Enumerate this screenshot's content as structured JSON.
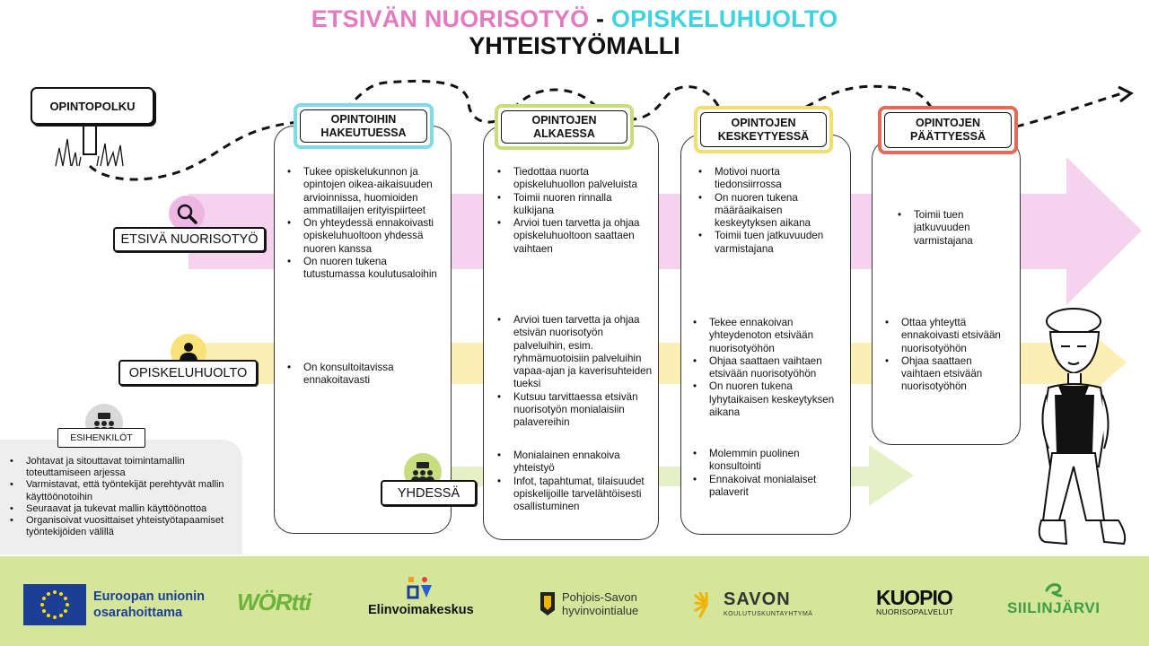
{
  "title": {
    "part1": "ETSIVÄN NUORISOTYÖ",
    "separator": " - ",
    "part2": "OPISKELUHUOLTO",
    "line2": "YHTEISTYÖMALLI"
  },
  "signpost": {
    "label": "OPINTOPOLKU"
  },
  "phases": [
    {
      "label": "OPINTOIHIN\nHAKEUTUESSA",
      "border_color": "#7fdbec"
    },
    {
      "label": "OPINTOJEN\nALKAESSA",
      "border_color": "#c9dd7a"
    },
    {
      "label": "OPINTOJEN\nKESKEYTYESSÄ",
      "border_color": "#f2de6e"
    },
    {
      "label": "OPINTOJEN\nPÄÄTTYESSÄ",
      "border_color": "#e06b58"
    }
  ],
  "rows": {
    "etsiva": {
      "label": "ETSIVÄ NUORISOTYÖ",
      "icon": "magnifier-icon",
      "color": "#f5d3ee"
    },
    "opiskeluhuolto": {
      "label": "OPISKELUHUOLTO",
      "icon": "person-icon",
      "color": "#fcefb4"
    },
    "yhdessa": {
      "label": "YHDESSÄ",
      "icon": "group-icon",
      "color": "#e6f0c6"
    }
  },
  "cells": {
    "c1_etsiva": [
      "Tukee opiskelukunnon ja opintojen oikea-aikaisuuden arvioinnissa, huomioiden ammatillaijen erityispiirteet",
      "On yhteydessä ennakoivasti opiskeluhuoltoon yhdessä nuoren kanssa",
      "On nuoren tukena tutustumassa koulutusaloihin"
    ],
    "c1_opiskeluhuolto": [
      "On konsultoitavissa ennakoitavasti"
    ],
    "c2_etsiva": [
      "Tiedottaa nuorta opiskeluhuollon palveluista",
      "Toimii nuoren rinnalla kulkijana",
      "Arvioi tuen tarvetta ja ohjaa opiskeluhuoltoon saattaen vaihtaen"
    ],
    "c2_opiskeluhuolto": [
      "Arvioi tuen tarvetta ja ohjaa etsivän nuorisotyön palveluihin, esim. ryhmämuotoisiin palveluihin vapaa-ajan ja kaverisuhteiden tueksi",
      "Kutsuu tarvittaessa etsivän nuorisotyön monialaisiin palavereihin"
    ],
    "c2_yhdessa": [
      "Monialainen ennakoiva yhteistyö",
      "Infot, tapahtumat, tilaisuudet opiskelijoille tarvelähtöisesti osallistuminen"
    ],
    "c3_etsiva": [
      "Motivoi nuorta tiedonsiirrossa",
      "On nuoren tukena määräaikaisen keskeytyksen aikana",
      "Toimii tuen jatkuvuuden varmistajana"
    ],
    "c3_opiskeluhuolto": [
      "Tekee ennakoivan yhteydenoton etsivään nuorisotyöhön",
      "Ohjaa saattaen vaihtaen etsivään nuorisotyöhön",
      "On nuoren tukena lyhytaikaisen keskeytyksen aikana"
    ],
    "c3_yhdessa": [
      "Molemmin puolinen konsultointi",
      "Ennakoivat monialaiset palaverit"
    ],
    "c4_etsiva": [
      "Toimii tuen jatkuvuuden varmistajana"
    ],
    "c4_opiskeluhuolto": [
      "Ottaa yhteyttä ennakoivasti etsivään nuorisotyöhön",
      "Ohjaa saattaen vaihtaen etsivään nuorisotyöhön"
    ]
  },
  "esihenkilot": {
    "label": "ESIHENKILÖT",
    "items": [
      "Johtavat ja sitouttavat toimintamallin toteuttamiseen arjessa",
      "Varmistavat, että työntekijät perehtyvät mallin käyttöönotoihin",
      "Seuraavat ja tukevat mallin käyttöönottoa",
      "Organisoivat vuosittaiset yhteistyötapaamiset työntekijöiden välillä"
    ]
  },
  "footer": {
    "eu": {
      "line1": "Euroopan unionin",
      "line2": "osarahoittama"
    },
    "wortti": "WÖRtti",
    "elinvoima": "Elinvoimakeskus",
    "pohjoissavo": {
      "line1": "Pohjois-Savon",
      "line2": "hyvinvointialue"
    },
    "savon": {
      "line1": "SAVON",
      "line2": "KOULUTUSKUNTAYHTYMÄ"
    },
    "kuopio": {
      "line1": "KUOPIO",
      "line2": "NUORISOPALVELUT"
    },
    "siilinjarvi": "SIILINJÄRVI"
  },
  "colors": {
    "title_pink": "#e27bc0",
    "title_cyan": "#3fd3e0",
    "footer_bg": "#d5e59a"
  }
}
